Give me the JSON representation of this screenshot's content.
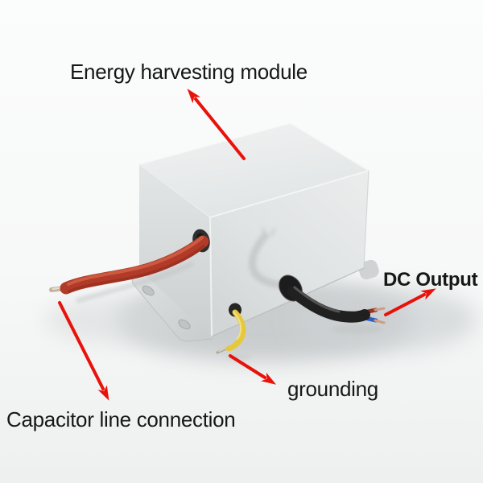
{
  "diagram": {
    "type": "annotated-product-image",
    "product": "Energy harvesting module",
    "labels": {
      "module": "Energy harvesting module",
      "dc_output": "DC Output",
      "grounding": "grounding",
      "capacitor": "Capacitor line connection"
    },
    "callouts": [
      {
        "label": "Energy harvesting module",
        "arrow_points_to": "top of white enclosure"
      },
      {
        "label": "Capacitor line connection",
        "arrow_points_from": "red wire on left side"
      },
      {
        "label": "grounding",
        "arrow_points_from": "yellow wire at front bottom"
      },
      {
        "label": "DC Output",
        "arrow_points_from": "black cable with red and blue cores"
      }
    ],
    "colors": {
      "arrow": "#e8120b",
      "label_text": "#171717",
      "enclosure": "#e4e7e7",
      "wire_capacitor": "#b23a28",
      "wire_capacitor_highlight": "#d06045",
      "wire_grounding": "#e6c83e",
      "wire_grounding_highlight": "#f4e387",
      "wire_dc_sheath": "#202020",
      "wire_dc_core_red": "#993322",
      "wire_dc_core_blue": "#2f5fc4",
      "wire_bare_tip": "#c4b2a2"
    }
  }
}
